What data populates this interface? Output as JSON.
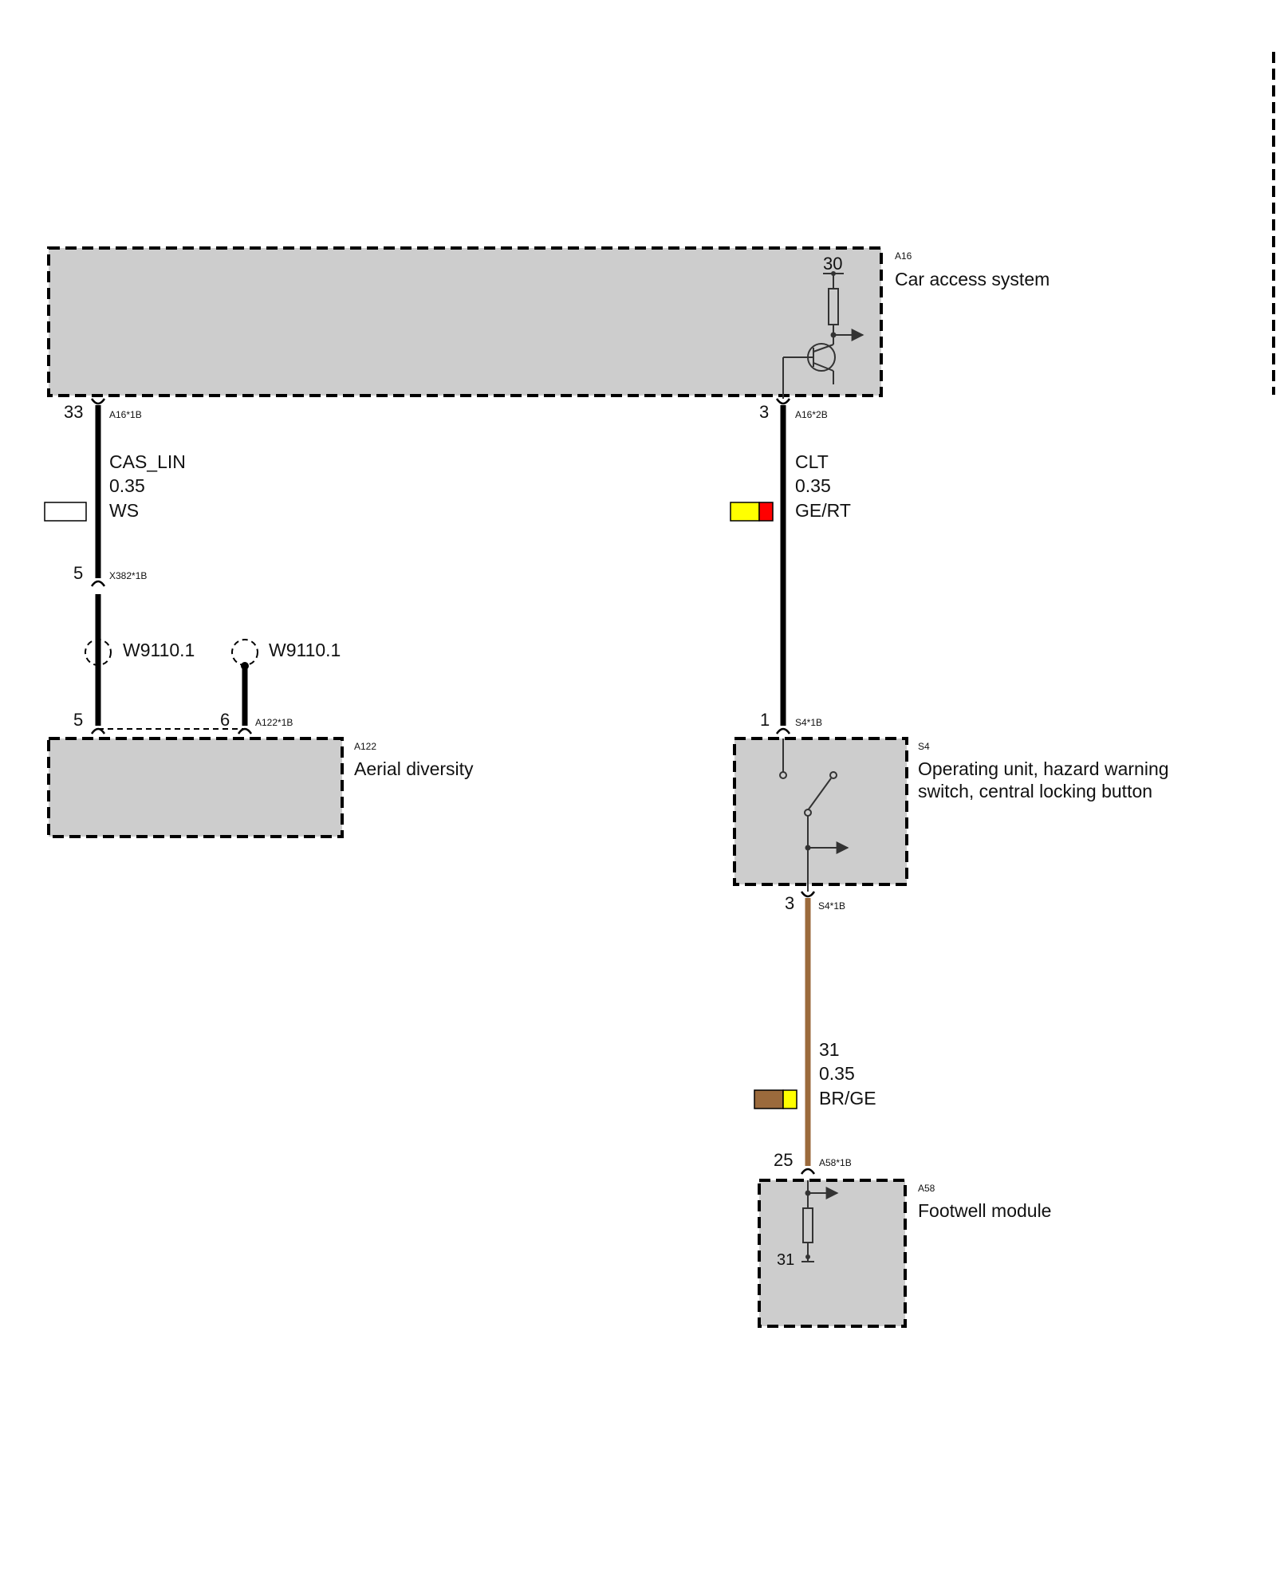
{
  "colors": {
    "module_fill": "#cdcdcd",
    "wire_black": "#000000",
    "wire_brown": "#9b6a3c",
    "yellow": "#ffff00",
    "red": "#ff0000",
    "brown": "#9b6a3c",
    "white": "#ffffff"
  },
  "modules": {
    "a16": {
      "id": "A16",
      "name": "Car access system",
      "pin_supply": "30"
    },
    "a122": {
      "id": "A122",
      "name": "Aerial diversity"
    },
    "s4": {
      "id": "S4",
      "name_line1": "Operating unit, hazard warning",
      "name_line2": "switch, central locking button"
    },
    "a58": {
      "id": "A58",
      "name": "Footwell module",
      "pin_ground": "31"
    }
  },
  "wires": {
    "cas_lin": {
      "top_pin": "33",
      "top_connector": "A16*1B",
      "signal": "CAS_LIN",
      "cross_section": "0.35",
      "color_code": "WS",
      "mid_pin": "5",
      "mid_connector": "X382*1B",
      "shield_a": "W9110.1",
      "shield_b": "W9110.1",
      "bottom_pin_a": "5",
      "bottom_pin_b": "6",
      "bottom_connector": "A122*1B"
    },
    "clt": {
      "top_pin": "3",
      "top_connector": "A16*2B",
      "signal": "CLT",
      "cross_section": "0.35",
      "color_code": "GE/RT",
      "bottom_pin": "1",
      "bottom_connector": "S4*1B"
    },
    "ground": {
      "top_pin": "3",
      "top_connector": "S4*1B",
      "signal": "31",
      "cross_section": "0.35",
      "color_code": "BR/GE",
      "bottom_pin": "25",
      "bottom_connector": "A58*1B"
    }
  }
}
